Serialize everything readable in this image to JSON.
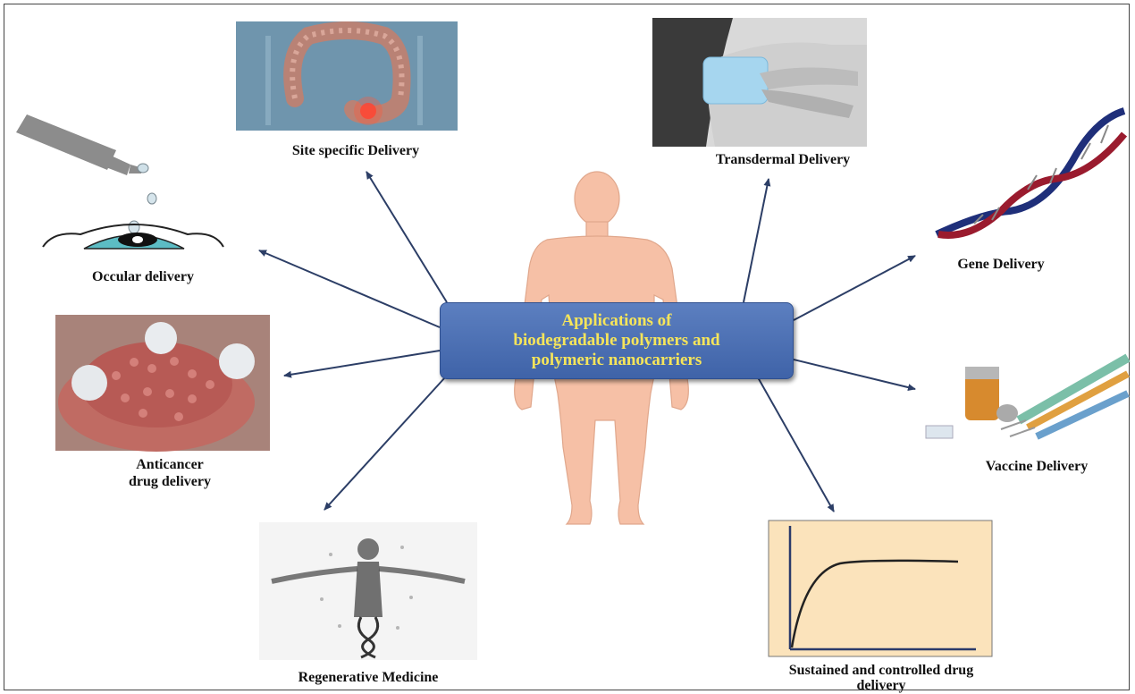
{
  "center": {
    "line1": "Applications of",
    "line2": "biodegradable polymers and",
    "line3": "polymeric nanocarriers"
  },
  "applications": {
    "site_specific": "Site specific Delivery",
    "transdermal": "Transdermal Delivery",
    "occular": "Occular delivery",
    "gene": "Gene Delivery",
    "anticancer_1": "Anticancer",
    "anticancer_2": "drug delivery",
    "vaccine": "Vaccine Delivery",
    "regenerative": "Regenerative Medicine",
    "sustained_1": "Sustained and controlled drug",
    "sustained_2": "delivery"
  },
  "colors": {
    "center_fill": "#4a6db2",
    "center_text": "#f6e55a",
    "arrow": "#2c3e66",
    "body_fill": "#f6c0a6"
  },
  "icons": [
    "colon-image",
    "skin-patch-image",
    "eye-drop-icon",
    "dna-helix-icon",
    "tumor-cell-image",
    "vaccine-syringe-image",
    "human-figure-dna-image",
    "release-curve-graph",
    "human-body-silhouette"
  ]
}
